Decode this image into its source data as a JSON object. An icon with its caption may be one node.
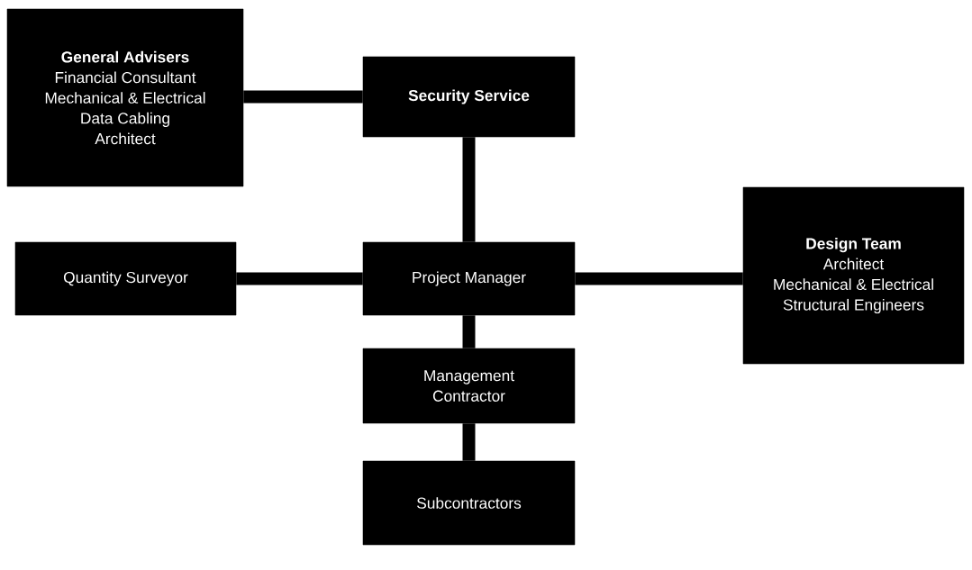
{
  "diagram": {
    "nodes": [
      {
        "text": [
          "General Advisers",
          "Financial Consultant",
          "Mechanical & Electrical",
          "Data Cabling",
          "Architect"
        ]
      },
      {
        "text": [
          "Security Service"
        ]
      },
      {
        "text": [
          "Quantity Surveyor"
        ]
      },
      {
        "text": [
          "Project Manager"
        ]
      },
      {
        "text": [
          "Design Team",
          "Architect",
          "Mechanical & Electrical",
          "Structural Engineers"
        ]
      },
      {
        "text": [
          "Management Contractor"
        ]
      },
      {
        "text": [
          "Subcontractors"
        ]
      }
    ],
    "edges": [
      {
        "from": 0,
        "to": 1,
        "arrow": "none"
      },
      {
        "from": 1,
        "to": 3,
        "arrow": "none"
      },
      {
        "from": 2,
        "to": 3,
        "arrow": "none"
      },
      {
        "from": 3,
        "to": 4,
        "arrow": "none"
      },
      {
        "from": 3,
        "to": 5,
        "arrow": "none"
      },
      {
        "from": 5,
        "to": 6,
        "arrow": "none"
      }
    ]
  }
}
